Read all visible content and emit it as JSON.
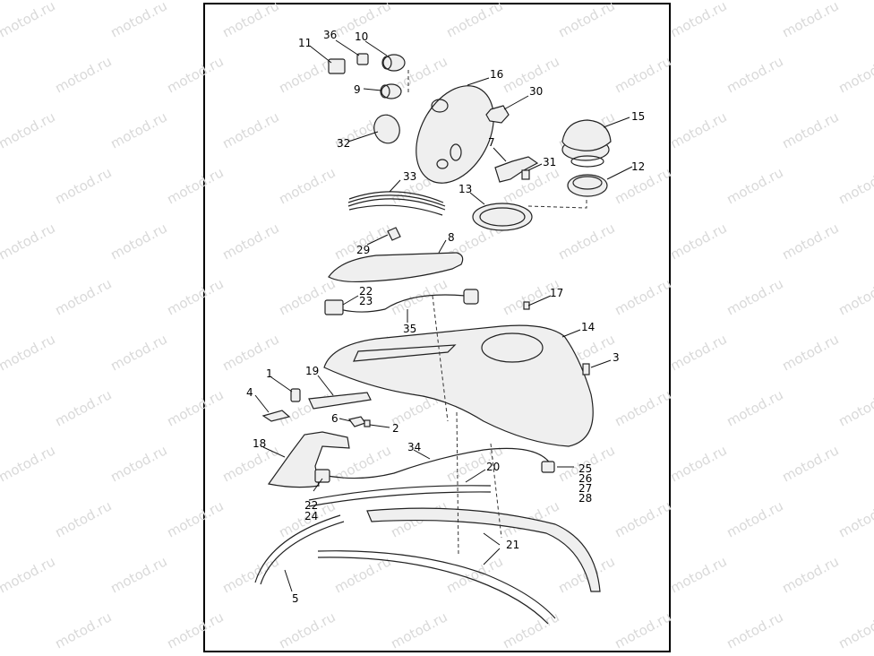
{
  "watermark": "motod.ru",
  "callouts": [
    {
      "id": "c11",
      "text": "11"
    },
    {
      "id": "c36",
      "text": "36"
    },
    {
      "id": "c10",
      "text": "10"
    },
    {
      "id": "c16",
      "text": "16"
    },
    {
      "id": "c9",
      "text": "9"
    },
    {
      "id": "c30",
      "text": "30"
    },
    {
      "id": "c32",
      "text": "32"
    },
    {
      "id": "c15",
      "text": "15"
    },
    {
      "id": "c7",
      "text": "7"
    },
    {
      "id": "c31",
      "text": "31"
    },
    {
      "id": "c12",
      "text": "12"
    },
    {
      "id": "c33",
      "text": "33"
    },
    {
      "id": "c13",
      "text": "13"
    },
    {
      "id": "c29",
      "text": "29"
    },
    {
      "id": "c8",
      "text": "8"
    },
    {
      "id": "c22a",
      "text": "22"
    },
    {
      "id": "c23",
      "text": "23"
    },
    {
      "id": "c17",
      "text": "17"
    },
    {
      "id": "c35",
      "text": "35"
    },
    {
      "id": "c14",
      "text": "14"
    },
    {
      "id": "c3",
      "text": "3"
    },
    {
      "id": "c1",
      "text": "1"
    },
    {
      "id": "c19",
      "text": "19"
    },
    {
      "id": "c4",
      "text": "4"
    },
    {
      "id": "c6",
      "text": "6"
    },
    {
      "id": "c2",
      "text": "2"
    },
    {
      "id": "c18",
      "text": "18"
    },
    {
      "id": "c34",
      "text": "34"
    },
    {
      "id": "c20",
      "text": "20"
    },
    {
      "id": "c25",
      "text": "25"
    },
    {
      "id": "c26",
      "text": "26"
    },
    {
      "id": "c27",
      "text": "27"
    },
    {
      "id": "c28",
      "text": "28"
    },
    {
      "id": "c22b",
      "text": "22"
    },
    {
      "id": "c24",
      "text": "24"
    },
    {
      "id": "c21",
      "text": "21"
    },
    {
      "id": "c5",
      "text": "5"
    }
  ]
}
